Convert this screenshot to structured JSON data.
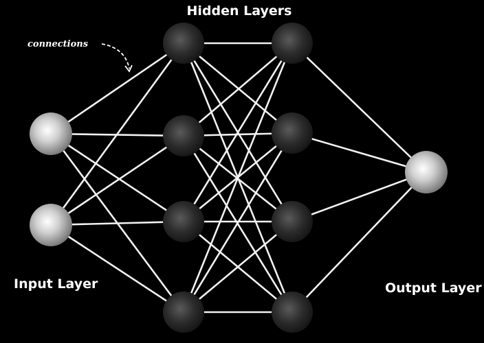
{
  "labels": {
    "hidden_layers": "Hidden Layers",
    "input_layer": "Input Layer",
    "output_layer": "Output Layer",
    "connections": "connections"
  },
  "network": {
    "layers": [
      {
        "name": "input",
        "node_count": 2
      },
      {
        "name": "hidden-1",
        "node_count": 4
      },
      {
        "name": "hidden-2",
        "node_count": 4
      },
      {
        "name": "output",
        "node_count": 1
      }
    ],
    "connectivity": "fully-connected"
  },
  "colors": {
    "background": "#000000",
    "edge": "#f2f2f2",
    "label": "#ffffff",
    "input_output_node_light": "#ffffff",
    "input_output_node_dark": "#777777",
    "hidden_node_light": "#5a5a5a",
    "hidden_node_dark": "#141414"
  }
}
